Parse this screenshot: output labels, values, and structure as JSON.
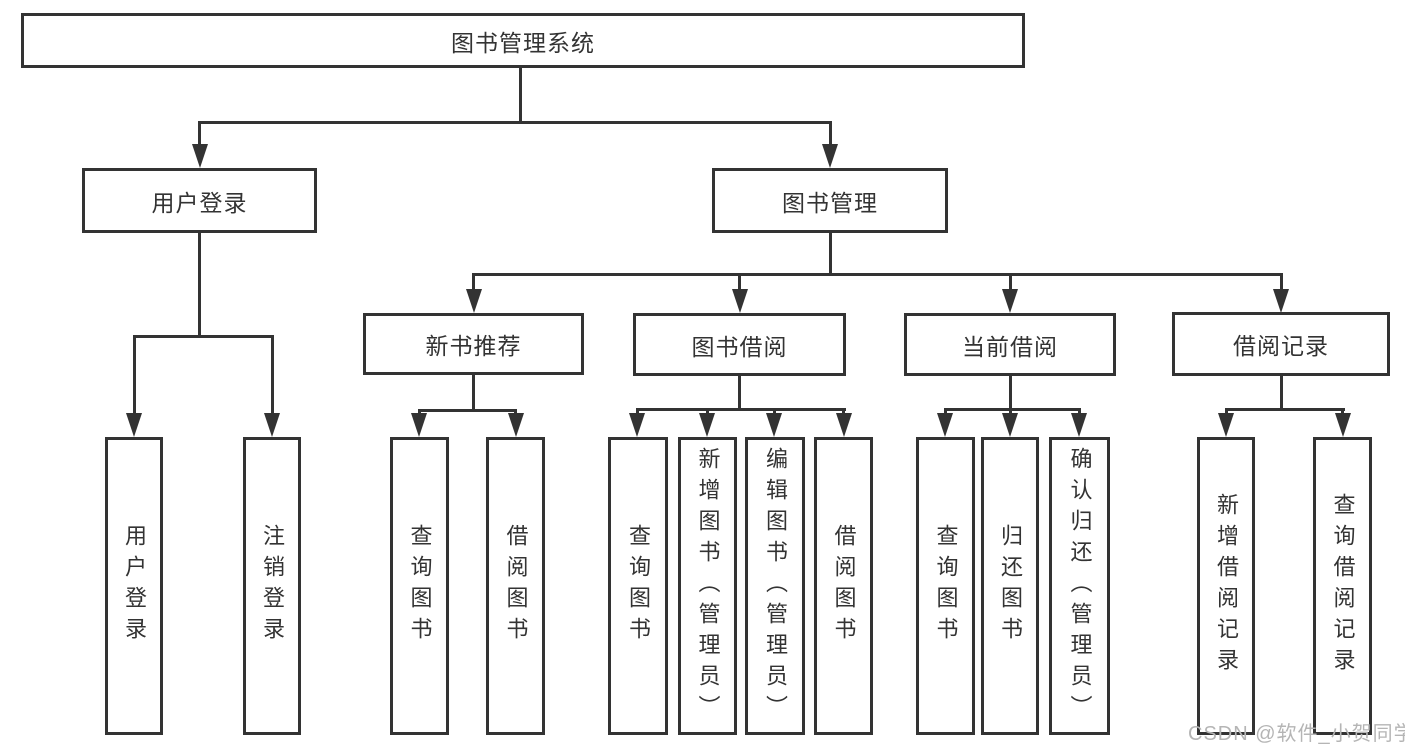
{
  "diagram": {
    "type": "hierarchy-tree",
    "tree": {
      "label": "图书管理系统",
      "children": [
        {
          "label": "用户登录",
          "children": [
            {
              "label": "用户登录"
            },
            {
              "label": "注销登录"
            }
          ]
        },
        {
          "label": "图书管理",
          "children": [
            {
              "label": "新书推荐",
              "children": [
                {
                  "label": "查询图书"
                },
                {
                  "label": "借阅图书"
                }
              ]
            },
            {
              "label": "图书借阅",
              "children": [
                {
                  "label": "查询图书"
                },
                {
                  "label": "新增图书（管理员）"
                },
                {
                  "label": "编辑图书（管理员）"
                },
                {
                  "label": "借阅图书"
                }
              ]
            },
            {
              "label": "当前借阅",
              "children": [
                {
                  "label": "查询图书"
                },
                {
                  "label": "归还图书"
                },
                {
                  "label": "确认归还（管理员）"
                }
              ]
            },
            {
              "label": "借阅记录",
              "children": [
                {
                  "label": "新增借阅记录"
                },
                {
                  "label": "查询借阅记录"
                }
              ]
            }
          ]
        }
      ]
    },
    "colors": {
      "line": "#333333",
      "text": "#333333",
      "box_background": "#ffffff",
      "page_background": "#ffffff",
      "watermark": "#b5b5b5"
    }
  },
  "watermark": {
    "text": "CSDN @软件_小贺同学"
  }
}
